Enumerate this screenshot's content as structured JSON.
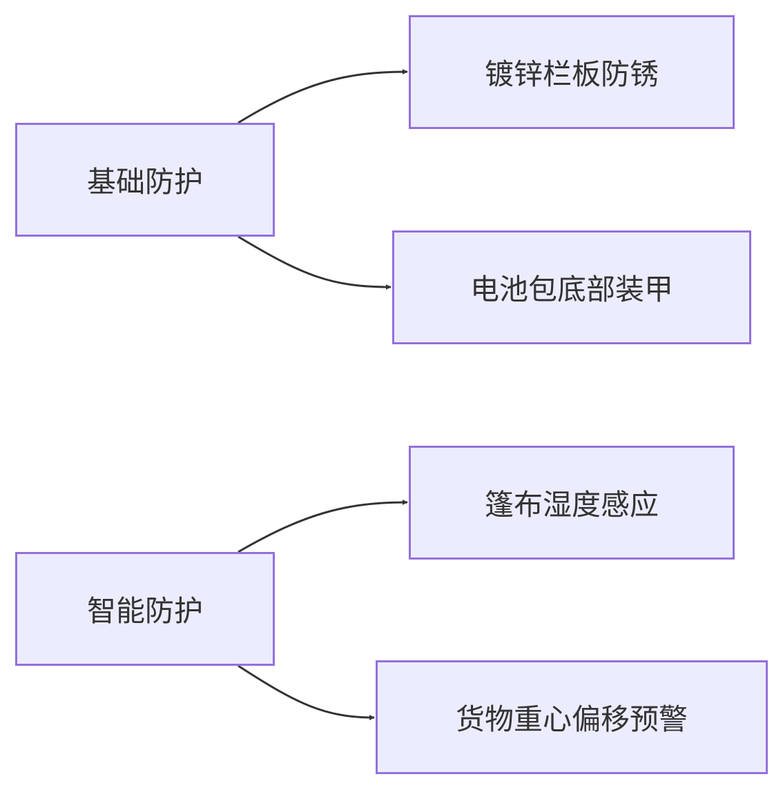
{
  "colors": {
    "node_fill": "#ececff",
    "node_border": "#9370db",
    "edge": "#333333",
    "text": "#333333"
  },
  "groups": [
    {
      "root": "基础防护",
      "children": [
        "镀锌栏板防锈",
        "电池包底部装甲"
      ]
    },
    {
      "root": "智能防护",
      "children": [
        "篷布湿度感应",
        "货物重心偏移预警"
      ]
    }
  ]
}
